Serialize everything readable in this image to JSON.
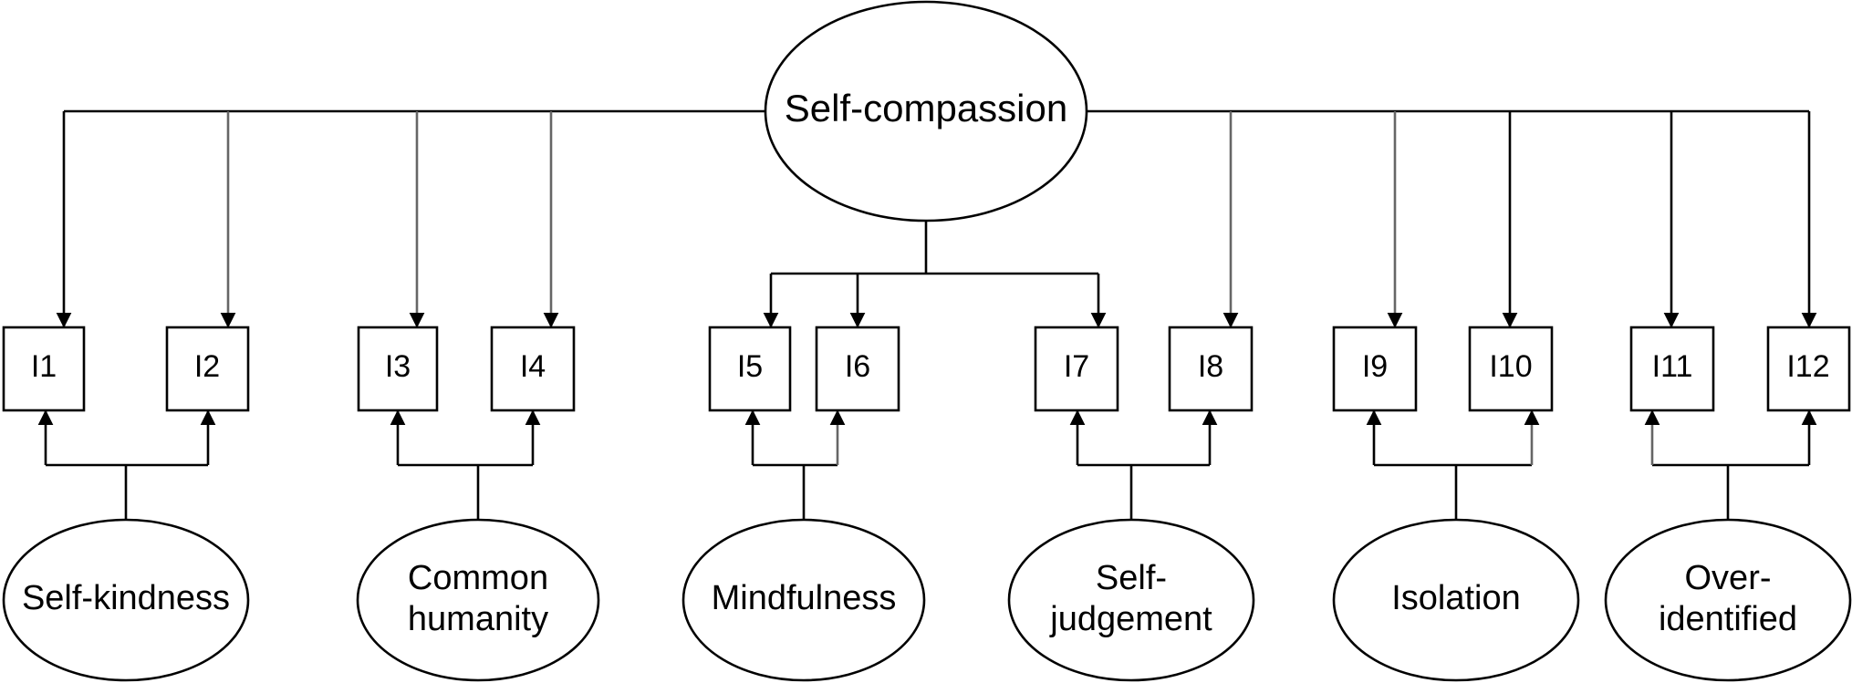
{
  "root": {
    "label": "Self-compassion"
  },
  "items": [
    "I1",
    "I2",
    "I3",
    "I4",
    "I5",
    "I6",
    "I7",
    "I8",
    "I9",
    "I10",
    "I11",
    "I12"
  ],
  "factors": [
    {
      "lines": [
        "Self-kindness"
      ]
    },
    {
      "lines": [
        "Common",
        "humanity"
      ]
    },
    {
      "lines": [
        "Mindfulness"
      ]
    },
    {
      "lines": [
        "Self-",
        "judgement"
      ]
    },
    {
      "lines": [
        "Isolation"
      ]
    },
    {
      "lines": [
        "Over-",
        "identified"
      ]
    }
  ],
  "colors": {
    "stroke": "#000000",
    "grey_stroke": "#666666",
    "background": "#ffffff"
  }
}
